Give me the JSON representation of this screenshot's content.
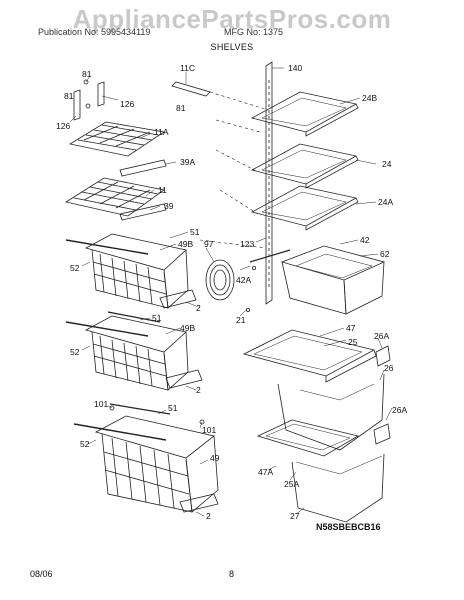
{
  "watermark": "AppliancePartsPros.com",
  "header": {
    "left": "Publication No: 5995434119",
    "right": "MFG No: 1375",
    "section_title": "SHELVES"
  },
  "footer": {
    "date": "08/06",
    "page": "8",
    "diagram_code": "N58SBEBCB16"
  },
  "callouts": {
    "c81a": "81",
    "c81b": "81",
    "c81c": "81",
    "c126a": "126",
    "c126b": "126",
    "c11C": "11C",
    "c140": "140",
    "c24B": "24B",
    "c11A": "11A",
    "c39A": "39A",
    "c24": "24",
    "c11": "11",
    "c39": "39",
    "c24A": "24A",
    "c51a": "51",
    "c97": "97",
    "c123": "123",
    "c42": "42",
    "c49Ba": "49B",
    "c52a": "52",
    "c62": "62",
    "c42A": "42A",
    "c2a": "2",
    "c21": "21",
    "c51b": "51",
    "c49Bb": "49B",
    "c47": "47",
    "c25": "25",
    "c26A": "26A",
    "c52b": "52",
    "c26": "26",
    "c2b": "2",
    "c101a": "101",
    "c51c": "51",
    "c26Ab": "26A",
    "c101b": "101",
    "c52c": "52",
    "c49": "49",
    "c47A": "47A",
    "c25A": "25A",
    "c2c": "2",
    "c27": "27"
  }
}
